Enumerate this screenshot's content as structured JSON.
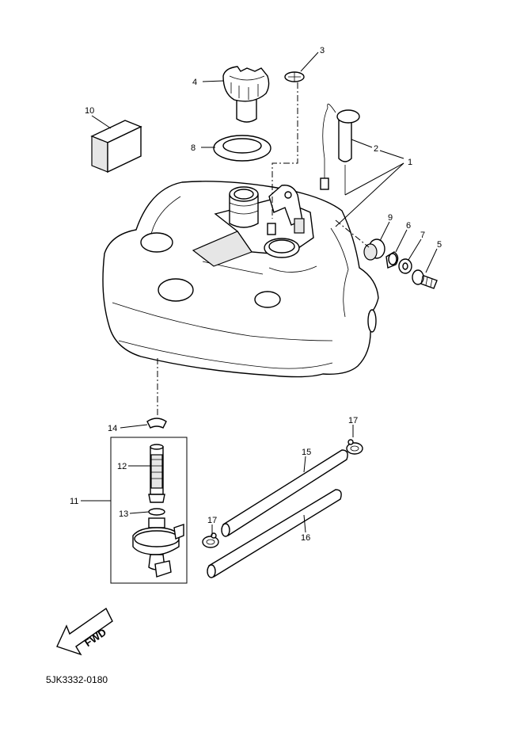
{
  "labels": {
    "l1": "1",
    "l2": "2",
    "l3": "3",
    "l4": "4",
    "l5": "5",
    "l6": "6",
    "l7": "7",
    "l8": "8",
    "l9": "9",
    "l10": "10",
    "l11": "11",
    "l12": "12",
    "l13": "13",
    "l14": "14",
    "l15": "15",
    "l16": "16",
    "l17a": "17",
    "l17b": "17"
  },
  "direction_arrow": "FWD",
  "diagram_code": "5JK3332-0180"
}
